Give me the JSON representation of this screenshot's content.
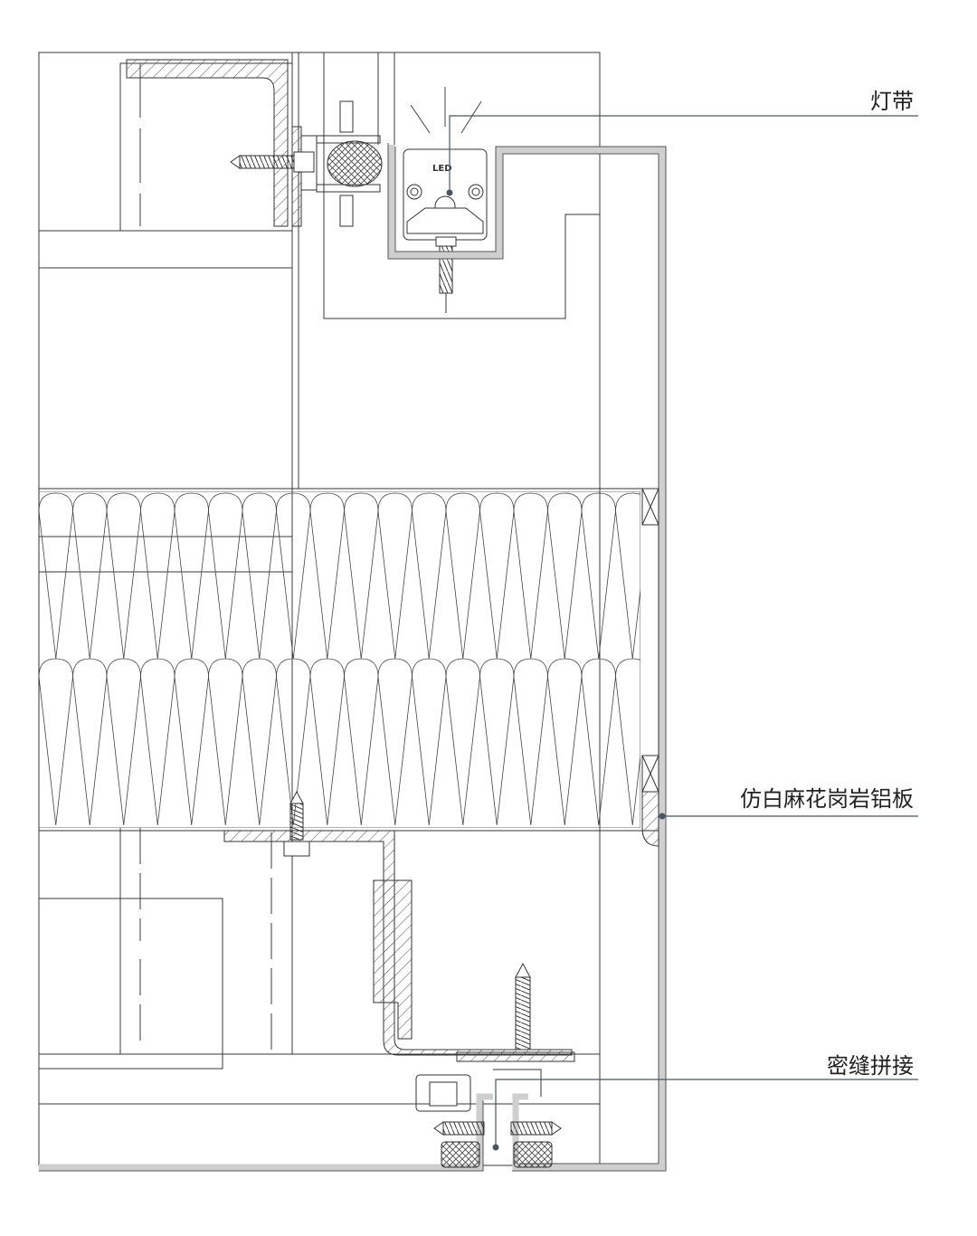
{
  "callouts": [
    {
      "id": "light-strip",
      "label": "灯带"
    },
    {
      "id": "granite-aluminum-panel",
      "label": "仿白麻花岗岩铝板"
    },
    {
      "id": "seal-joint",
      "label": "密缝拼接"
    }
  ],
  "led_marking": "LED",
  "colors": {
    "line": "#3a3a3a",
    "callout_line": "#4a5560",
    "panel_fill": "#d4d4d4",
    "background": "#ffffff"
  }
}
